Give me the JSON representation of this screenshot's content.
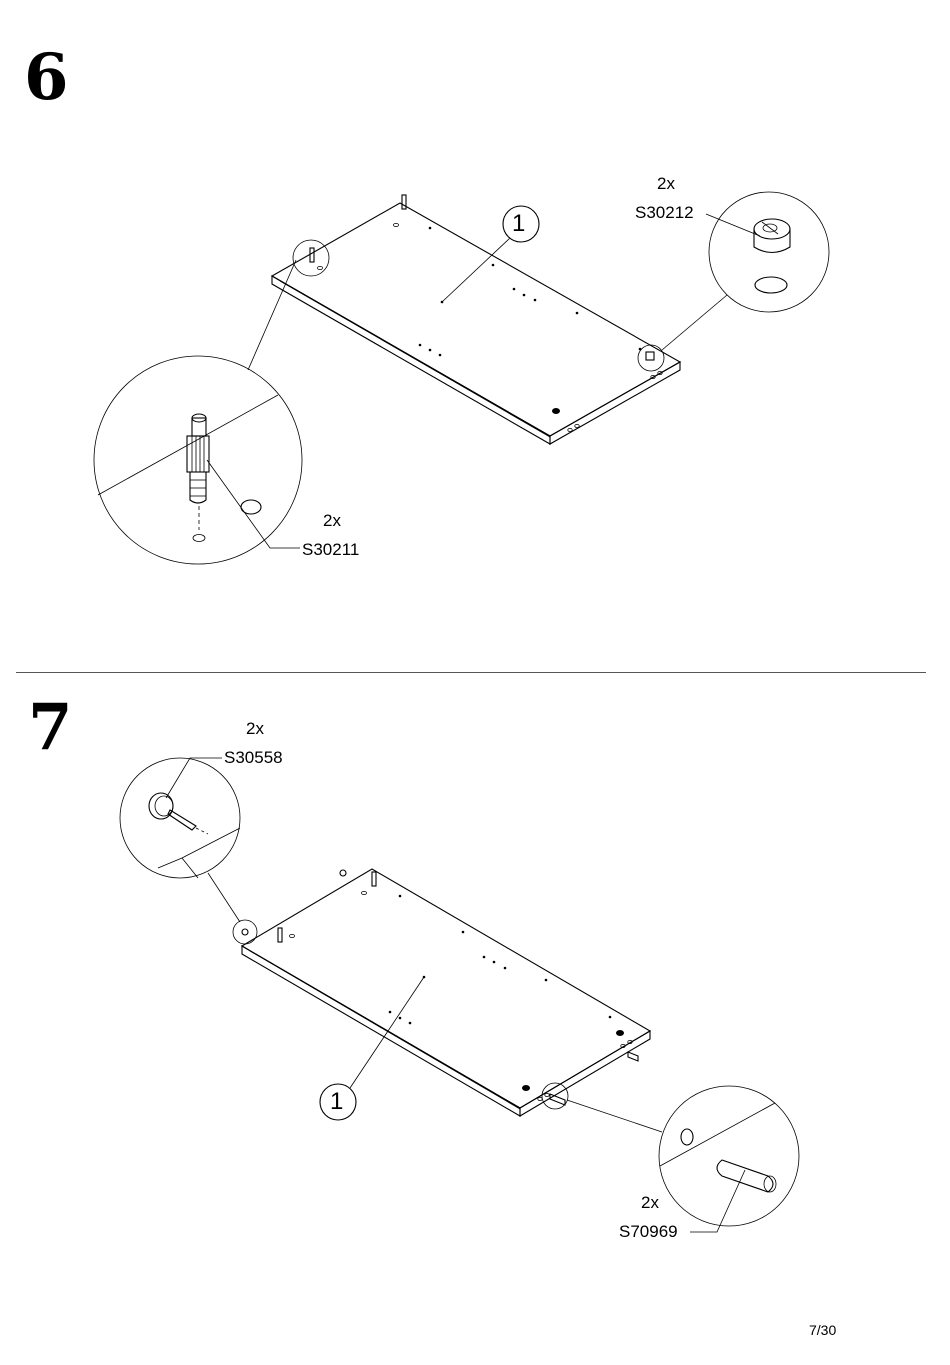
{
  "steps": [
    {
      "number": "6",
      "panel_label": "1",
      "parts": [
        {
          "qty": "2x",
          "code": "S30212",
          "icon": "cam-lock-icon"
        },
        {
          "qty": "2x",
          "code": "S30211",
          "icon": "cam-bolt-icon"
        }
      ]
    },
    {
      "number": "7",
      "panel_label": "1",
      "parts": [
        {
          "qty": "2x",
          "code": "S30558",
          "icon": "nail-glide-icon"
        },
        {
          "qty": "2x",
          "code": "S70969",
          "icon": "wooden-dowel-icon"
        }
      ]
    }
  ],
  "footer": {
    "page": "7/30"
  }
}
